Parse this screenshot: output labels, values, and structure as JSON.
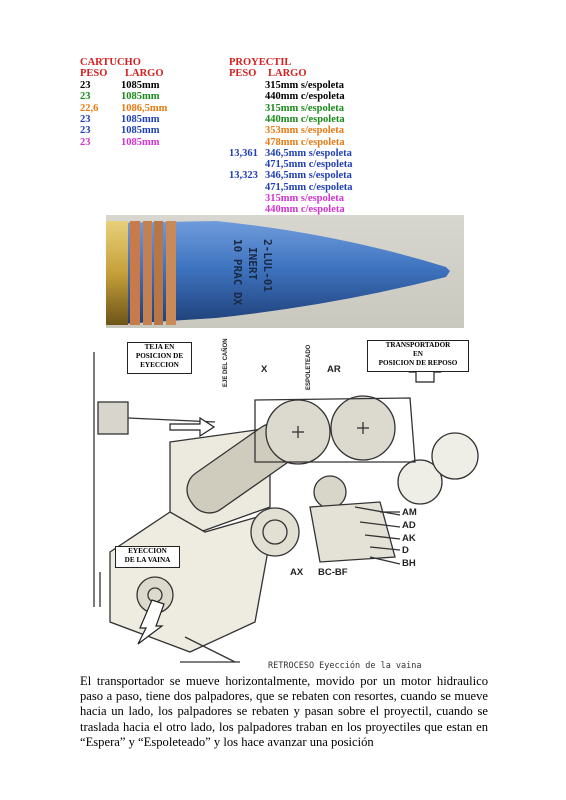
{
  "table": {
    "header_left": "CARTUCHO",
    "header_right": "PROYECTIL",
    "col_peso": "PESO",
    "col_largo": "LARGO",
    "cartucho_rows": [
      {
        "peso": "23",
        "largo": "1085mm",
        "color": "#000000"
      },
      {
        "peso": "23",
        "largo": "1085mm",
        "color": "#1a8a1a"
      },
      {
        "peso": "22,6",
        "largo": "1086,5mm",
        "color": "#e87a12"
      },
      {
        "peso": "23",
        "largo": "1085mm",
        "color": "#1f3fb5"
      },
      {
        "peso": "23",
        "largo": "1085mm",
        "color": "#1f3fb5"
      },
      {
        "peso": "23",
        "largo": "1085mm",
        "color": "#d233d2"
      }
    ],
    "proyectil_rows": [
      {
        "peso": "",
        "largo": "315mm s/espoleta",
        "color": "#000000"
      },
      {
        "peso": "",
        "largo": "440mm c/espoleta",
        "color": "#000000"
      },
      {
        "peso": "",
        "largo": "315mm s/espoleta",
        "color": "#1a8a1a"
      },
      {
        "peso": "",
        "largo": "440mm c/espoleta",
        "color": "#1a8a1a"
      },
      {
        "peso": "",
        "largo": "353mm s/espoleta",
        "color": "#e87a12"
      },
      {
        "peso": "",
        "largo": "478mm c/espoleta",
        "color": "#e87a12"
      },
      {
        "peso": "13,361",
        "largo": "346,5mm s/espoleta",
        "color": "#1f3fb5"
      },
      {
        "peso": "",
        "largo": "471,5mm c/espoleta",
        "color": "#1f3fb5"
      },
      {
        "peso": "13,323",
        "largo": "346,5mm s/espoleta",
        "color": "#1f3fb5"
      },
      {
        "peso": "",
        "largo": "471,5mm c/espoleta",
        "color": "#1f3fb5"
      },
      {
        "peso": "",
        "largo": "315mm s/espoleta",
        "color": "#d233d2"
      },
      {
        "peso": "",
        "largo": "440mm c/espoleta",
        "color": "#d233d2"
      }
    ]
  },
  "photo": {
    "stencil_line1": "10 PRAC DX",
    "stencil_line2": "INERT",
    "stencil_line3": "2-LUL-01"
  },
  "diagram": {
    "label_teja": "TEJA EN\nPOSICION DE\nEYECCION",
    "label_transportador": "TRANSPORTADOR\nEN\nPOSICION DE REPOSO",
    "label_eyeccion": "EYECCION\nDE LA VAINA",
    "label_eje": "EJE DEL CAÑON",
    "label_espoleteado": "ESPOLETEADO",
    "label_x": "X",
    "label_ar": "AR",
    "label_am": "AM",
    "label_ad": "AD",
    "label_ak": "AK",
    "label_d": "D",
    "label_bh": "BH",
    "label_ax": "AX",
    "label_bcbf": "BC-BF",
    "caption": "RETROCESO  Eyección de la vaina"
  },
  "paragraph": "El transportador se mueve horizontalmente, movido por un motor hidraulico paso a paso, tiene dos palpadores, que se rebaten con resortes, cuando se mueve hacia un lado, los palpadores se rebaten y pasan sobre el proyectil, cuando se traslada hacia el otro lado, los palpadores traban en los proyectiles que estan en “Espera” y “Espoleteado” y los hace avanzar una posición",
  "colors": {
    "header": "#d42020",
    "shell_blue": "#3f74c0",
    "brass": "#c6a03a"
  }
}
